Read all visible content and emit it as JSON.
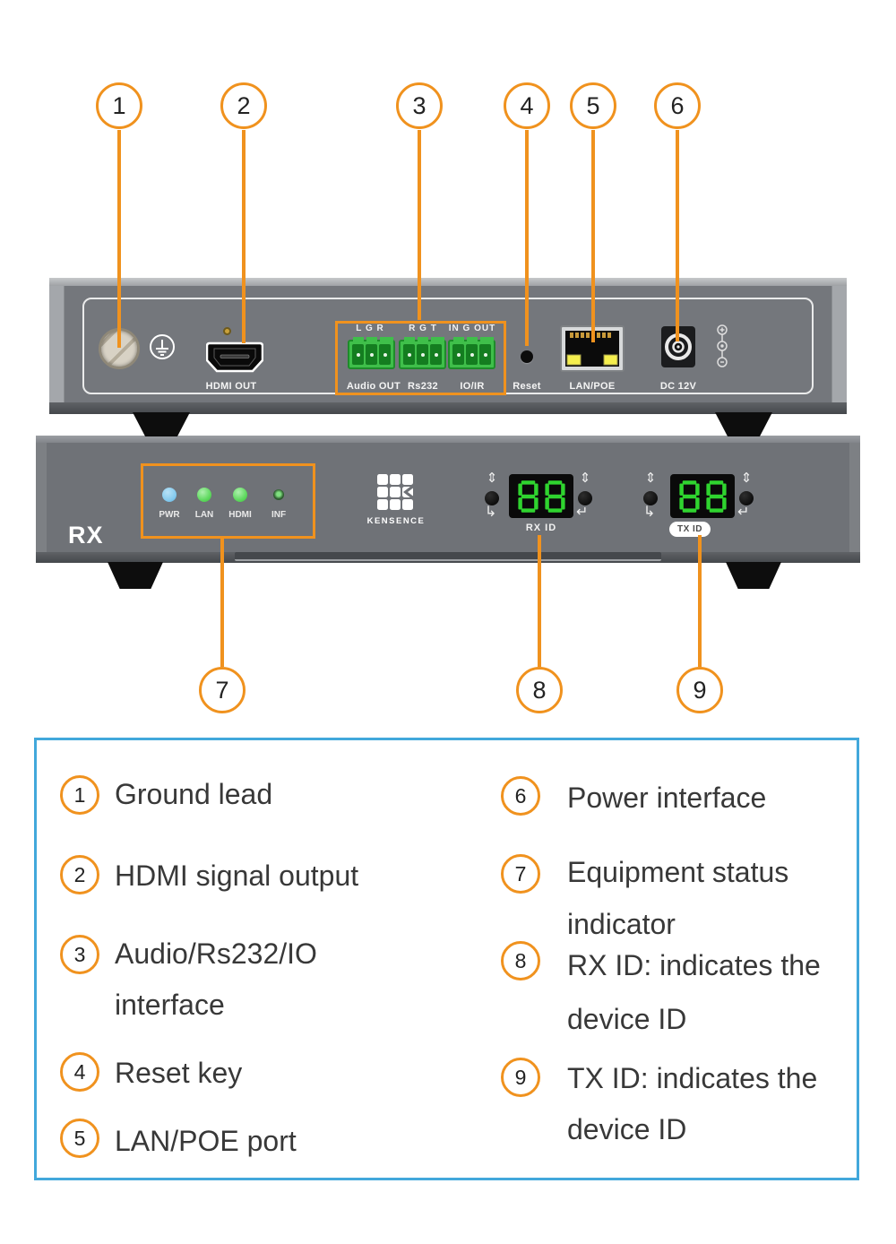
{
  "colors": {
    "callout_orange": "#F0921E",
    "legend_border_blue": "#42A8DB",
    "device_body_gray": "#74777c",
    "terminal_green": "#3fbf4a",
    "segment_green": "#2fd42f",
    "led_pwr_blue": "#87cbee",
    "led_green": "#5fd95f",
    "led_inf_dark": "#2c5b2e",
    "rj45_led_yellow": "#f5ef4e"
  },
  "callouts": {
    "top": [
      "1",
      "2",
      "3",
      "4",
      "5",
      "6"
    ],
    "bottom": [
      "7",
      "8",
      "9"
    ]
  },
  "rear": {
    "hdmi_label": "HDMI OUT",
    "terminals": [
      {
        "pins": "L G R",
        "name": "Audio OUT"
      },
      {
        "pins": "R G T",
        "name": "Rs232"
      },
      {
        "pins": "IN G OUT",
        "name": "IO/IR"
      }
    ],
    "reset_label": "Reset",
    "lan_label": "LAN/POE",
    "dc_label": "DC 12V"
  },
  "front": {
    "model": "RX",
    "leds": [
      {
        "label": "PWR",
        "color": "#87cbee"
      },
      {
        "label": "LAN",
        "color": "#5fd95f"
      },
      {
        "label": "HDMI",
        "color": "#5fd95f"
      },
      {
        "label": "INF",
        "color": "#2c5b2e"
      }
    ],
    "brand": "KENSENCE",
    "displays": [
      {
        "value": "88",
        "label": "RX ID"
      },
      {
        "value": "88",
        "label": "TX ID"
      }
    ]
  },
  "legend": {
    "left": [
      {
        "n": "1",
        "lines": [
          "Ground lead"
        ]
      },
      {
        "n": "2",
        "lines": [
          "HDMI signal output"
        ]
      },
      {
        "n": "3",
        "lines": [
          "Audio/Rs232/IO",
          "interface"
        ]
      },
      {
        "n": "4",
        "lines": [
          "Reset key"
        ]
      },
      {
        "n": "5",
        "lines": [
          "LAN/POE port"
        ]
      }
    ],
    "right": [
      {
        "n": "6",
        "lines": [
          "Power interface"
        ]
      },
      {
        "n": "7",
        "lines": [
          "Equipment status",
          "indicator"
        ]
      },
      {
        "n": "8",
        "lines": [
          "RX ID: indicates the",
          "device ID"
        ]
      },
      {
        "n": "9",
        "lines": [
          "TX ID: indicates the",
          "device ID"
        ]
      }
    ]
  }
}
